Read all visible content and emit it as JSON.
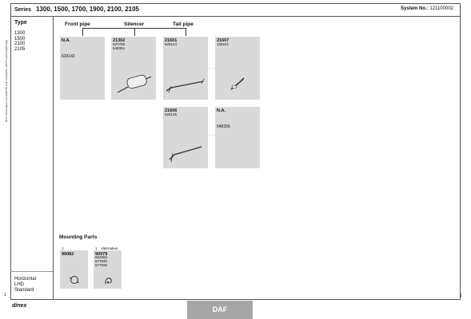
{
  "header": {
    "series_label": "Series",
    "series_models": "1300, 1500, 1700, 1900, 2100, 2105",
    "system_label": "System No.:",
    "system_number": "121100002"
  },
  "sidebar": {
    "vertical_text": "Manufacturer's part numbers are quoted for reference only",
    "type_title": "Type",
    "types": [
      "1300",
      "1500",
      "2100",
      "2105"
    ],
    "bottom": [
      "Horizontal",
      "LHD",
      "Standard"
    ]
  },
  "columns": {
    "front_pipe": "Front pipe",
    "silencer": "Silencer",
    "tail_pipe": "Tail pipe"
  },
  "cards": {
    "front": {
      "code": "N.A.",
      "ref": "629142"
    },
    "silencer": {
      "code": "21302",
      "refs": [
        "637788",
        "648354"
      ]
    },
    "tail1": {
      "code": "21601",
      "refs": [
        "629144"
      ]
    },
    "tail2": {
      "code": "21607",
      "refs": [
        "105241"
      ]
    },
    "tail3": {
      "code": "21606",
      "refs": [
        "629135"
      ]
    },
    "tail4": {
      "code": "N.A.",
      "ref": "648356"
    }
  },
  "mounting": {
    "title": "Mounting Parts",
    "part1": {
      "qty": "1",
      "code": "99082"
    },
    "part2": {
      "qty": "1",
      "note": "Alternative",
      "code": "90079",
      "refs": [
        "662652",
        "677930",
        "677938"
      ]
    }
  },
  "footer": {
    "logo": "dinex",
    "brand": "DAF",
    "page": "1",
    "page_left": "1"
  }
}
